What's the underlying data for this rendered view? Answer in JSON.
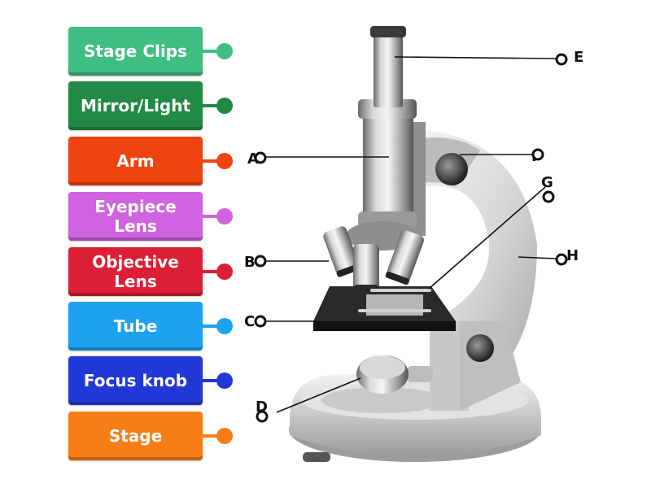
{
  "tiles": [
    {
      "text": "Stage Clips",
      "color": "#3fbe82"
    },
    {
      "text": "Mirror/Light",
      "color": "#218a45"
    },
    {
      "text": "Arm",
      "color": "#f04312"
    },
    {
      "text": "Eyepiece\nLens",
      "color": "#d063df"
    },
    {
      "text": "Objective\nLens",
      "color": "#dc1e36"
    },
    {
      "text": "Tube",
      "color": "#1ca2ef"
    },
    {
      "text": "Focus knob",
      "color": "#2238d6"
    },
    {
      "text": "Stage",
      "color": "#f77e17"
    }
  ],
  "markers": [
    {
      "letter": "E"
    },
    {
      "letter": "A"
    },
    {
      "letter": "F"
    },
    {
      "letter": "G"
    },
    {
      "letter": "B"
    },
    {
      "letter": "H"
    },
    {
      "letter": "C"
    },
    {
      "letter": "D"
    }
  ]
}
